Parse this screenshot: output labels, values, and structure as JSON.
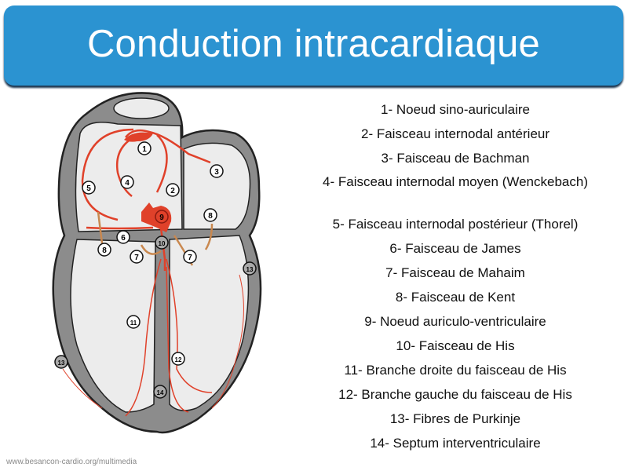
{
  "header": {
    "title": "Conduction intracardiaque"
  },
  "diagram": {
    "labels": [
      "1",
      "2",
      "3",
      "4",
      "5",
      "6",
      "7",
      "7",
      "8",
      "8",
      "9",
      "10",
      "11",
      "12",
      "13",
      "13",
      "14"
    ]
  },
  "legend": {
    "items": [
      "1- Noeud sino-auriculaire",
      "2- Faisceau internodal antérieur",
      "3- Faisceau de Bachman",
      "4- Faisceau internodal moyen (Wenckebach)",
      "5- Faisceau internodal postérieur (Thorel)",
      "6- Faisceau de James",
      "7- Faisceau de Mahaim",
      "8- Faisceau de Kent",
      "9- Noeud auriculo-ventriculaire",
      "10- Faisceau de His",
      "11- Branche droite du faisceau de His",
      "12- Branche gauche du faisceau de His",
      "13- Fibres de Purkinje",
      "14- Septum interventriculaire"
    ]
  },
  "footer": {
    "source": "www.besancon-cardio.org/multimedia"
  },
  "colors": {
    "header": "#2b93d1",
    "conduction": "#e0412a",
    "wall": "#8c8c8c",
    "chamber": "#ececec"
  }
}
